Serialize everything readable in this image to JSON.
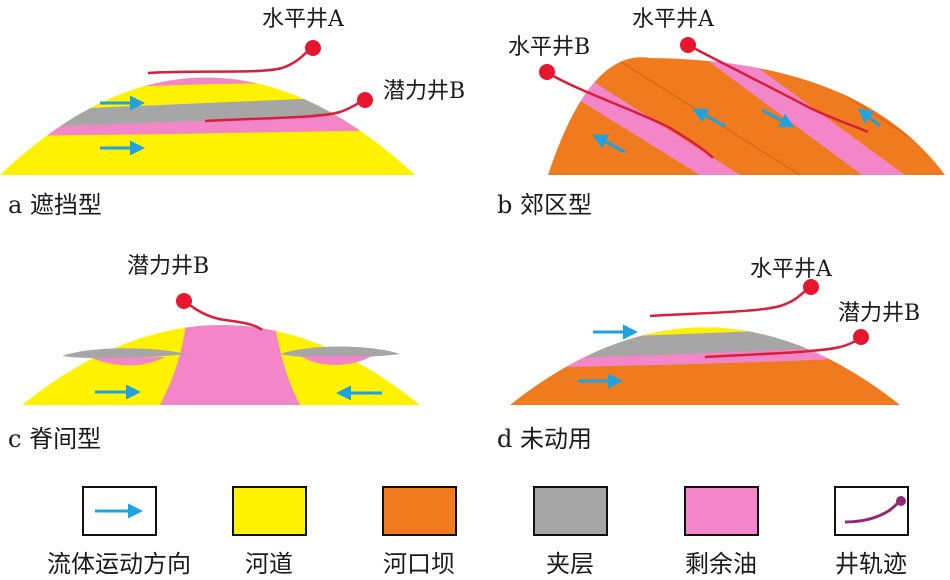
{
  "colors": {
    "channel": "#FFF200",
    "mouth_bar": "#F07A1E",
    "interlayer": "#A6A6A6",
    "remaining_oil": "#F286C8",
    "well_track": "#D81F3C",
    "well_head": "#E8152E",
    "flow_arrow": "#1FA2E0",
    "legend_track": "#8E2A78"
  },
  "wells": {
    "horizontal_a": "水平井A",
    "horizontal_b": "水平井B",
    "potential_b": "潜力井B"
  },
  "panels": {
    "a": {
      "caption": "a 遮挡型"
    },
    "b": {
      "caption": "b 郊区型"
    },
    "c": {
      "caption": "c 脊间型"
    },
    "d": {
      "caption": "d 未动用"
    }
  },
  "legend": [
    {
      "key": "flow_direction",
      "label": "流体运动方向",
      "icon": "flow-arrow-icon"
    },
    {
      "key": "channel",
      "label": "河道",
      "icon": "channel-swatch-icon"
    },
    {
      "key": "mouth_bar",
      "label": "河口坝",
      "icon": "mouth-bar-swatch-icon"
    },
    {
      "key": "interlayer",
      "label": "夹层",
      "icon": "interlayer-swatch-icon"
    },
    {
      "key": "remaining_oil",
      "label": "剩余油",
      "icon": "remaining-oil-swatch-icon"
    },
    {
      "key": "well_track",
      "label": "井轨迹",
      "icon": "well-track-icon"
    }
  ]
}
